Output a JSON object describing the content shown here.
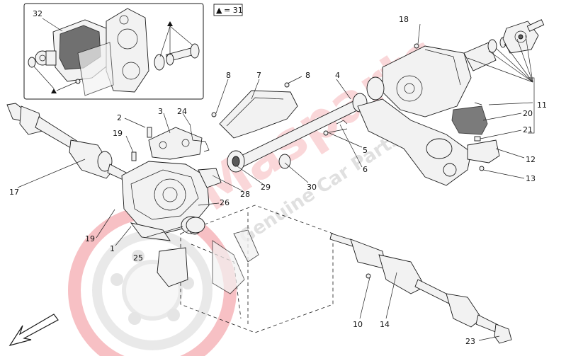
{
  "legend_box": {
    "symbol": "▲",
    "equals_text": "= 31"
  },
  "inset": {
    "labels": [
      "32"
    ]
  },
  "callouts": [
    "1",
    "2",
    "3",
    "4",
    "5",
    "6",
    "7",
    "8",
    "8",
    "10",
    "11",
    "12",
    "13",
    "14",
    "17",
    "18",
    "19",
    "19",
    "20",
    "21",
    "23",
    "24",
    "25",
    "26",
    "28",
    "29",
    "30"
  ],
  "watermark": {
    "brand": "Masparts",
    "tagline": "Genuine Car Parts"
  },
  "colors": {
    "line": "#1a1a1a",
    "watermark_red": "#e8323c",
    "watermark_gray": "#bdbdbd"
  },
  "icons": [
    "triangle-marker-icon",
    "direction-arrow-icon"
  ]
}
